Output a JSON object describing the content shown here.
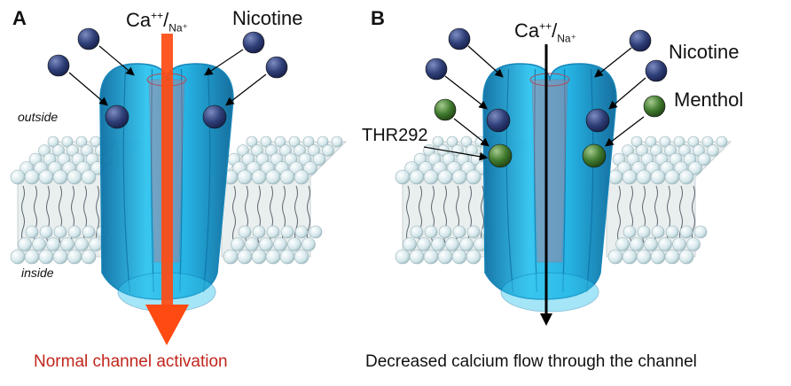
{
  "panelA": {
    "letter": "A",
    "ion": {
      "main": "Ca",
      "charge": "++",
      "slash": "/",
      "sub": "Na⁺"
    },
    "nicotine": "Nicotine",
    "outside": "outside",
    "inside": "inside",
    "caption": "Normal channel activation",
    "caption_color": "#c0261c",
    "arrow_color": "#ff4a12"
  },
  "panelB": {
    "letter": "B",
    "ion": {
      "main": "Ca",
      "charge": "++",
      "slash": "/",
      "sub": "Na⁺"
    },
    "nicotine": "Nicotine",
    "menthol": "Menthol",
    "residue": "THR292",
    "caption": "Decreased calcium flow through the channel",
    "caption_color": "#111111"
  },
  "colors": {
    "channel": "#1eaee0",
    "channel_dark": "#0b7fb5",
    "nicotine_ball": "#2f3f78",
    "menthol_ball": "#3f7a2e",
    "lipid_head": "#dcecef",
    "membrane_fill": "#e9eeee"
  }
}
